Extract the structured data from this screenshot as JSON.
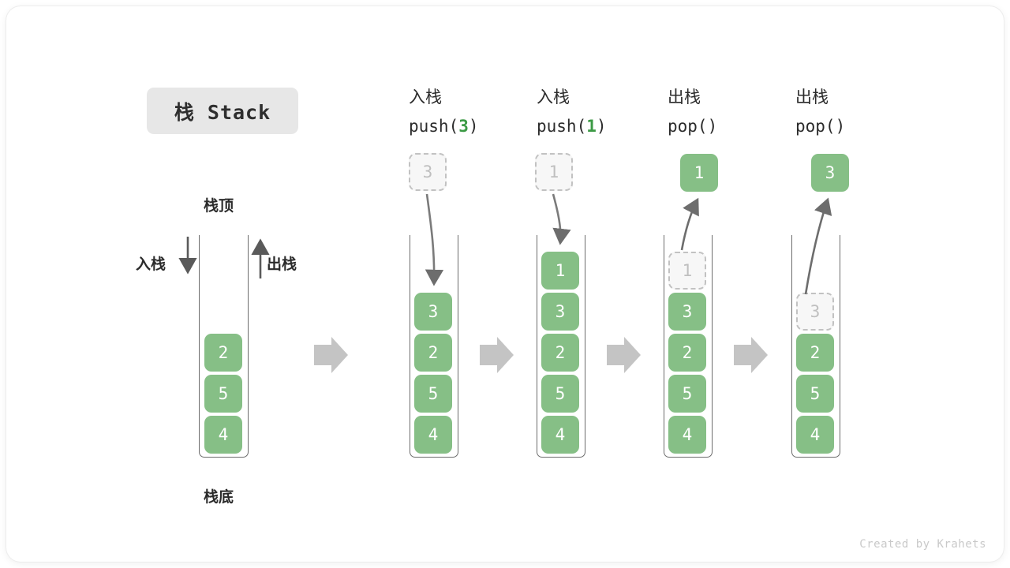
{
  "title_chip": {
    "label": "栈 Stack"
  },
  "left_diagram": {
    "top_label": "栈顶",
    "bottom_label": "栈底",
    "push_label": "入栈",
    "pop_label": "出栈",
    "cells": [
      "2",
      "5",
      "4"
    ]
  },
  "steps": [
    {
      "head_cn": "入栈",
      "head_code_prefix": "push(",
      "head_code_arg": "3",
      "head_code_suffix": ")",
      "floating_cell": {
        "value": "3",
        "style": "ghost"
      },
      "cells": [
        "3",
        "2",
        "5",
        "4"
      ],
      "ghost_top": null
    },
    {
      "head_cn": "入栈",
      "head_code_prefix": "push(",
      "head_code_arg": "1",
      "head_code_suffix": ")",
      "floating_cell": {
        "value": "1",
        "style": "ghost"
      },
      "cells": [
        "1",
        "3",
        "2",
        "5",
        "4"
      ],
      "ghost_top": null
    },
    {
      "head_cn": "出栈",
      "head_code_prefix": "pop(",
      "head_code_arg": "",
      "head_code_suffix": ")",
      "floating_cell": {
        "value": "1",
        "style": "solid"
      },
      "cells": [
        "3",
        "2",
        "5",
        "4"
      ],
      "ghost_top": "1"
    },
    {
      "head_cn": "出栈",
      "head_code_prefix": "pop(",
      "head_code_arg": "",
      "head_code_suffix": ")",
      "floating_cell": {
        "value": "3",
        "style": "solid"
      },
      "cells": [
        "2",
        "5",
        "4"
      ],
      "ghost_top": "3"
    }
  ],
  "colors": {
    "cell_green": "#86bf86",
    "accent_green": "#3c9a45",
    "chip_gray": "#e7e7e7",
    "arrow_gray": "#bfbfbf",
    "stroke_gray": "#6d6d6d"
  },
  "credit": "Created by Krahets"
}
